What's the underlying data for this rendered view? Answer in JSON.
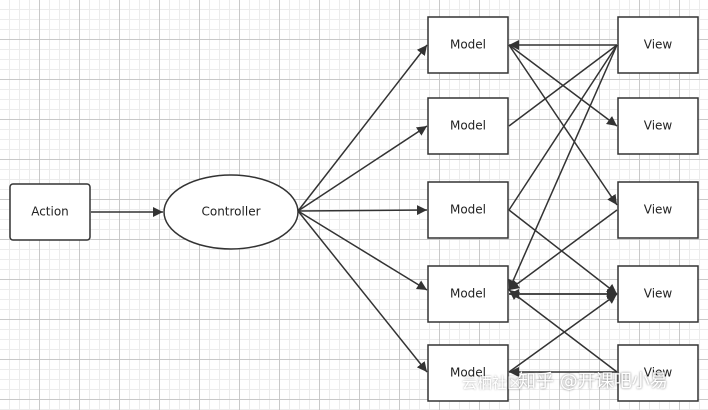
{
  "diagram": {
    "action": {
      "label": "Action"
    },
    "controller": {
      "label": "Controller"
    },
    "models": [
      {
        "label": "Model"
      },
      {
        "label": "Model"
      },
      {
        "label": "Model"
      },
      {
        "label": "Model"
      },
      {
        "label": "Model"
      }
    ],
    "views": [
      {
        "label": "View"
      },
      {
        "label": "View"
      },
      {
        "label": "View"
      },
      {
        "label": "View"
      },
      {
        "label": "View"
      }
    ],
    "colors": {
      "stroke": "#333333",
      "fill": "#ffffff",
      "text": "#222222"
    }
  },
  "watermark": {
    "main": "知乎 @开课吧小易",
    "faint": "云栖社区"
  }
}
